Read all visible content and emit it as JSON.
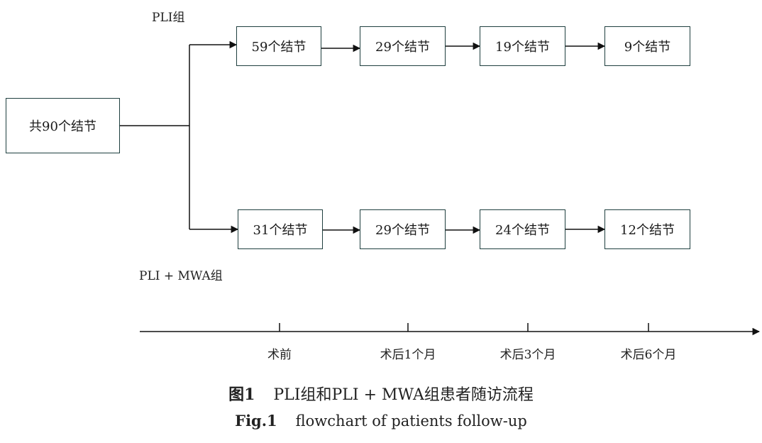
{
  "groups": {
    "pli_label": "PLI组",
    "mwa_label": "PLI + MWA组"
  },
  "nodes": {
    "start": "共90个结节",
    "pli": [
      "59个结节",
      "29个结节",
      "19个结节",
      "9个结节"
    ],
    "mwa": [
      "31个结节",
      "29个结节",
      "24个结节",
      "12个结节"
    ]
  },
  "timeline": [
    "术前",
    "术后1个月",
    "术后3个月",
    "术后6个月"
  ],
  "caption": {
    "cn_fig": "图1",
    "cn_text": "PLI组和PLI + MWA组患者随访流程",
    "en_fig": "Fig.1",
    "en_text": "flowchart of patients follow-up"
  }
}
